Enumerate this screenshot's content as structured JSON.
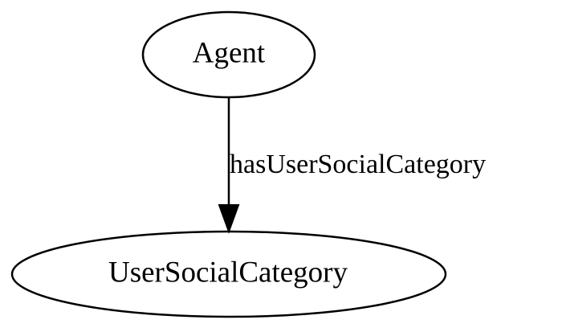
{
  "diagram": {
    "nodes": {
      "agent": {
        "label": "Agent"
      },
      "user_social_category": {
        "label": "UserSocialCategory"
      }
    },
    "edges": [
      {
        "from": "Agent",
        "to": "UserSocialCategory",
        "label": "hasUserSocialCategory"
      }
    ]
  }
}
